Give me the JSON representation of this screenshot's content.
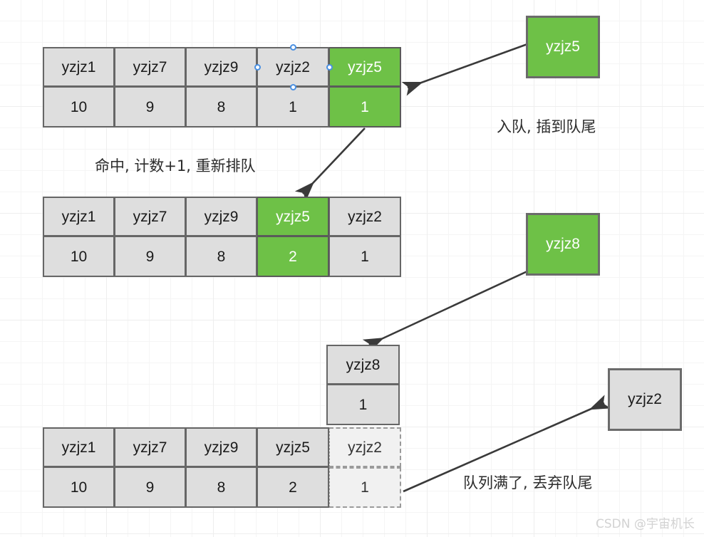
{
  "diagram": {
    "title_watermark": "CSDN @宇宙机长",
    "tables": [
      {
        "id": "queue-state-1",
        "columns": [
          {
            "key": "yzjz1",
            "value": "10",
            "highlight": false,
            "ghost": false
          },
          {
            "key": "yzjz7",
            "value": "9",
            "highlight": false,
            "ghost": false
          },
          {
            "key": "yzjz9",
            "value": "8",
            "highlight": false,
            "ghost": false
          },
          {
            "key": "yzjz2",
            "value": "1",
            "highlight": false,
            "ghost": false
          },
          {
            "key": "yzjz5",
            "value": "1",
            "highlight": true,
            "ghost": false
          }
        ]
      },
      {
        "id": "queue-state-2",
        "columns": [
          {
            "key": "yzjz1",
            "value": "10",
            "highlight": false,
            "ghost": false
          },
          {
            "key": "yzjz7",
            "value": "9",
            "highlight": false,
            "ghost": false
          },
          {
            "key": "yzjz9",
            "value": "8",
            "highlight": false,
            "ghost": false
          },
          {
            "key": "yzjz5",
            "value": "2",
            "highlight": true,
            "ghost": false
          },
          {
            "key": "yzjz2",
            "value": "1",
            "highlight": false,
            "ghost": false
          }
        ]
      },
      {
        "id": "queue-state-3",
        "columns": [
          {
            "key": "yzjz1",
            "value": "10",
            "highlight": false,
            "ghost": false
          },
          {
            "key": "yzjz7",
            "value": "9",
            "highlight": false,
            "ghost": false
          },
          {
            "key": "yzjz9",
            "value": "8",
            "highlight": false,
            "ghost": false
          },
          {
            "key": "yzjz5",
            "value": "2",
            "highlight": false,
            "ghost": false
          },
          {
            "key": "yzjz2",
            "value": "1",
            "highlight": false,
            "ghost": true
          }
        ]
      },
      {
        "id": "incoming-entry",
        "columns": [
          {
            "key": "yzjz8",
            "value": "1",
            "highlight": false,
            "ghost": false
          }
        ]
      }
    ],
    "nodes": [
      {
        "id": "node-yzjz5",
        "label": "yzjz5",
        "style": "green"
      },
      {
        "id": "node-yzjz8",
        "label": "yzjz8",
        "style": "green"
      },
      {
        "id": "node-yzjz2",
        "label": "yzjz2",
        "style": "grey"
      }
    ],
    "labels": [
      {
        "id": "label-enqueue-tail",
        "text": "入队, 插到队尾"
      },
      {
        "id": "label-hit-recount",
        "text": "命中, 计数+1, 重新排队"
      },
      {
        "id": "label-queue-full",
        "text": "队列满了, 丢弃队尾"
      }
    ],
    "colors": {
      "highlight_green": "#6ec147",
      "cell_grey": "#dedede",
      "ghost_grey": "#f1f1f1",
      "border_grey": "#666666",
      "arrow": "#3a3a3a",
      "selection_handle": "#4a90e2"
    }
  }
}
